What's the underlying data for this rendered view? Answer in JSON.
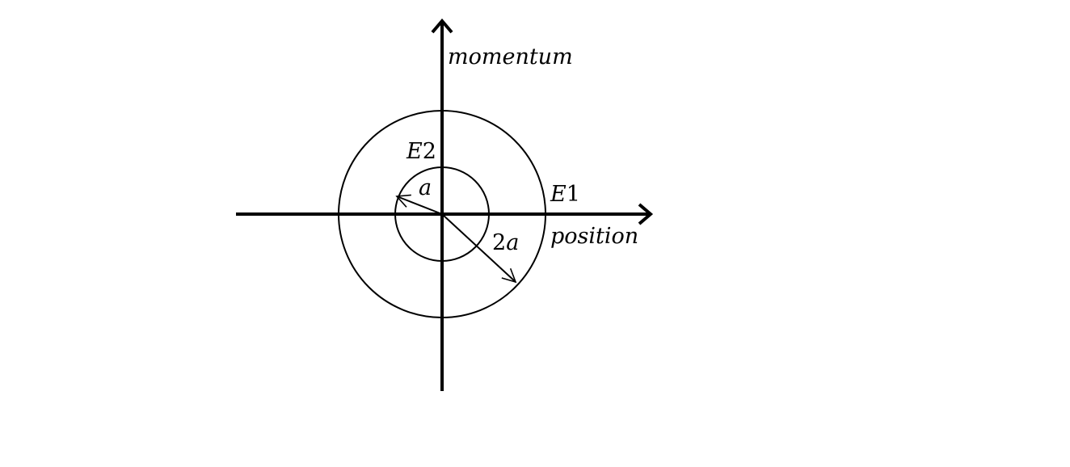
{
  "diagram": {
    "y_axis_label": "momentum",
    "x_axis_label": "position",
    "outer_orbit": {
      "name_var": "E",
      "name_num": "1"
    },
    "inner_orbit": {
      "name_var": "E",
      "name_num": "2"
    },
    "inner_radius_label": "a",
    "outer_radius_label": {
      "coef": "2",
      "var": "a"
    },
    "stroke_color": "#000000"
  }
}
